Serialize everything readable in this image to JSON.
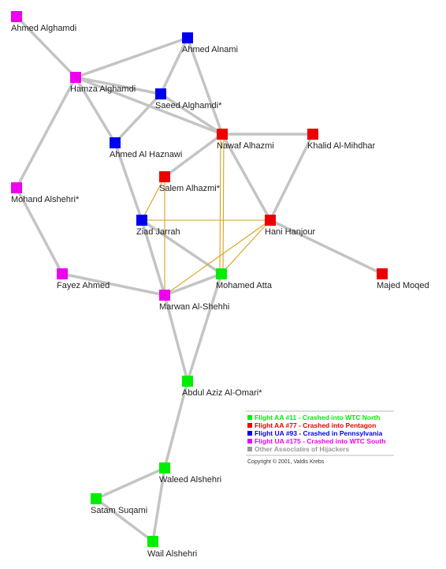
{
  "colors": {
    "aa11": "#00ee00",
    "aa77": "#ee0000",
    "ua93": "#0000ee",
    "ua175": "#ee00ee",
    "other": "#999999",
    "edge_gray": "#c4c4c4",
    "edge_gold": "#d4a21e"
  },
  "nodes": [
    {
      "id": "ahmed_alghamdi",
      "label": "Ahmed Alghamdi",
      "group": "ua175"
    },
    {
      "id": "ahmed_alnami",
      "label": "Ahmed Alnami",
      "group": "ua93"
    },
    {
      "id": "hamza_alghamdi",
      "label": "Hamza Alghamdi",
      "group": "ua175"
    },
    {
      "id": "saeed_alghamdi",
      "label": "Saeed Alghamdi*",
      "group": "ua93"
    },
    {
      "id": "nawaf_alhazmi",
      "label": "Nawaf Alhazmi",
      "group": "aa77"
    },
    {
      "id": "khalid_almihdhar",
      "label": "Khalid Al-Mihdhar",
      "group": "aa77"
    },
    {
      "id": "ahmed_alhaznawi",
      "label": "Ahmed Al Haznawi",
      "group": "ua93"
    },
    {
      "id": "salem_alhazmi",
      "label": "Salem Alhazmi*",
      "group": "aa77"
    },
    {
      "id": "mohand_alshehri",
      "label": "Mohand Alshehri*",
      "group": "ua175"
    },
    {
      "id": "ziad_jarrah",
      "label": "Ziad Jarrah",
      "group": "ua93"
    },
    {
      "id": "hani_hanjour",
      "label": "Hani Hanjour",
      "group": "aa77"
    },
    {
      "id": "fayez_ahmed",
      "label": "Fayez Ahmed",
      "group": "ua175"
    },
    {
      "id": "mohamed_atta",
      "label": "Mohamed Atta",
      "group": "aa11"
    },
    {
      "id": "majed_moqed",
      "label": "Majed Moqed",
      "group": "aa77"
    },
    {
      "id": "marwan_alshehhi",
      "label": "Marwan Al-Shehhi",
      "group": "ua175"
    },
    {
      "id": "abdul_aziz",
      "label": "Abdul Aziz Al-Omari*",
      "group": "aa11"
    },
    {
      "id": "waleed_alshehri",
      "label": "Waleed Alshehri",
      "group": "aa11"
    },
    {
      "id": "satam_suqami",
      "label": "Satam Suqami",
      "group": "aa11"
    },
    {
      "id": "wail_alshehri",
      "label": "Wail Alshehri",
      "group": "aa11"
    }
  ],
  "edges": [
    {
      "source": "ahmed_alghamdi",
      "target": "hamza_alghamdi",
      "type": "gray"
    },
    {
      "source": "hamza_alghamdi",
      "target": "ahmed_alnami",
      "type": "gray"
    },
    {
      "source": "hamza_alghamdi",
      "target": "saeed_alghamdi",
      "type": "gray"
    },
    {
      "source": "hamza_alghamdi",
      "target": "nawaf_alhazmi",
      "type": "gray"
    },
    {
      "source": "hamza_alghamdi",
      "target": "ahmed_alhaznawi",
      "type": "gray"
    },
    {
      "source": "hamza_alghamdi",
      "target": "mohand_alshehri",
      "type": "gray"
    },
    {
      "source": "ahmed_alnami",
      "target": "saeed_alghamdi",
      "type": "gray"
    },
    {
      "source": "ahmed_alnami",
      "target": "nawaf_alhazmi",
      "type": "gray"
    },
    {
      "source": "saeed_alghamdi",
      "target": "ahmed_alhaznawi",
      "type": "gray"
    },
    {
      "source": "saeed_alghamdi",
      "target": "nawaf_alhazmi",
      "type": "gray"
    },
    {
      "source": "nawaf_alhazmi",
      "target": "khalid_almihdhar",
      "type": "gray"
    },
    {
      "source": "nawaf_alhazmi",
      "target": "salem_alhazmi",
      "type": "gray"
    },
    {
      "source": "nawaf_alhazmi",
      "target": "hani_hanjour",
      "type": "gray"
    },
    {
      "source": "khalid_almihdhar",
      "target": "hani_hanjour",
      "type": "gray"
    },
    {
      "source": "hani_hanjour",
      "target": "majed_moqed",
      "type": "gray"
    },
    {
      "source": "ahmed_alhaznawi",
      "target": "ziad_jarrah",
      "type": "gray"
    },
    {
      "source": "ziad_jarrah",
      "target": "marwan_alshehhi",
      "type": "gray"
    },
    {
      "source": "ziad_jarrah",
      "target": "mohamed_atta",
      "type": "gray"
    },
    {
      "source": "mohand_alshehri",
      "target": "fayez_ahmed",
      "type": "gray"
    },
    {
      "source": "fayez_ahmed",
      "target": "marwan_alshehhi",
      "type": "gray"
    },
    {
      "source": "marwan_alshehhi",
      "target": "mohamed_atta",
      "type": "gray"
    },
    {
      "source": "marwan_alshehhi",
      "target": "abdul_aziz",
      "type": "gray"
    },
    {
      "source": "mohamed_atta",
      "target": "abdul_aziz",
      "type": "gray"
    },
    {
      "source": "abdul_aziz",
      "target": "waleed_alshehri",
      "type": "gray"
    },
    {
      "source": "waleed_alshehri",
      "target": "satam_suqami",
      "type": "gray"
    },
    {
      "source": "waleed_alshehri",
      "target": "wail_alshehri",
      "type": "gray"
    },
    {
      "source": "satam_suqami",
      "target": "wail_alshehri",
      "type": "gray"
    },
    {
      "source": "nawaf_alhazmi",
      "target": "mohamed_atta",
      "type": "gold_double"
    },
    {
      "source": "ziad_jarrah",
      "target": "hani_hanjour",
      "type": "gold"
    },
    {
      "source": "salem_alhazmi",
      "target": "ziad_jarrah",
      "type": "gold"
    },
    {
      "source": "salem_alhazmi",
      "target": "marwan_alshehhi",
      "type": "gold"
    },
    {
      "source": "hani_hanjour",
      "target": "mohamed_atta",
      "type": "gold"
    },
    {
      "source": "hani_hanjour",
      "target": "marwan_alshehhi",
      "type": "gold"
    }
  ],
  "legend": {
    "items": [
      {
        "group": "aa11",
        "label": "Flight AA #11 - Crashed into WTC North"
      },
      {
        "group": "aa77",
        "label": "Flight AA #77 - Crashed into Pentagon"
      },
      {
        "group": "ua93",
        "label": "Flight UA #93 - Crashed in Pennsylvania"
      },
      {
        "group": "ua175",
        "label": "Flight UA #175 - Crashed into WTC South"
      },
      {
        "group": "other",
        "label": "Other Associates of Hijackers"
      }
    ],
    "copyright": "Copyright © 2001, Valdis Krebs"
  }
}
